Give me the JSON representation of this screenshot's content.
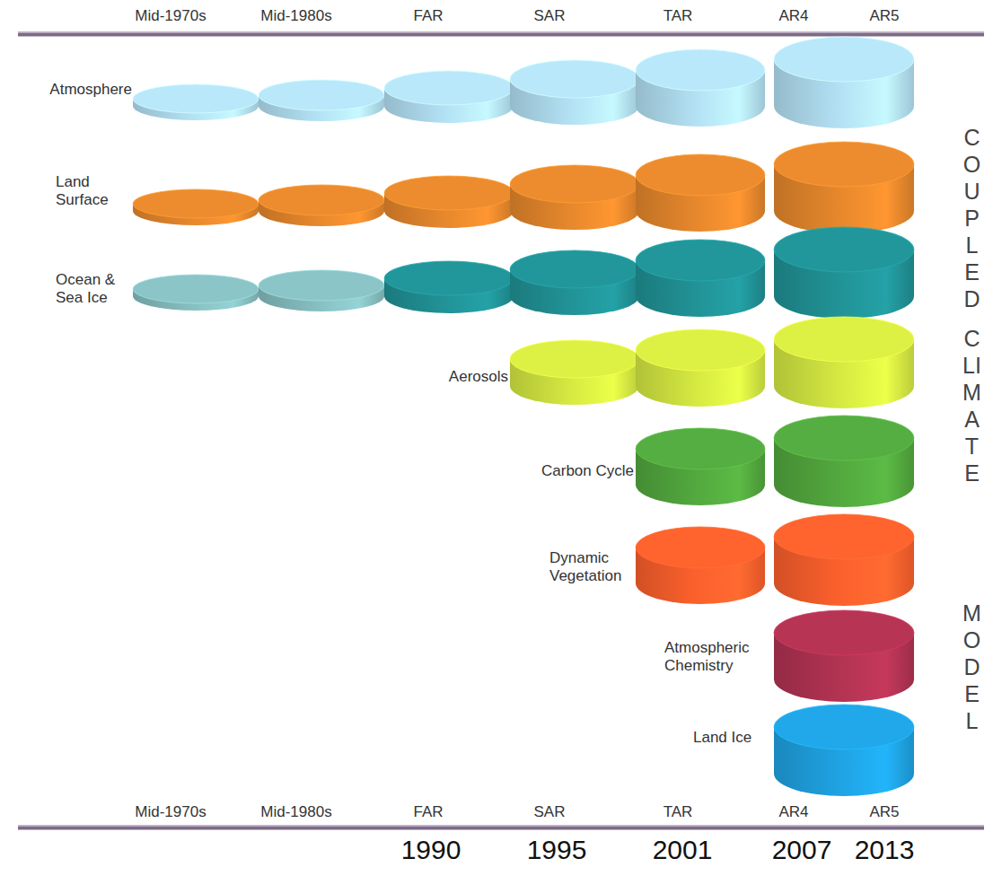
{
  "diagram": {
    "labels": [
      "Mid-1970s",
      "Mid-1980s",
      "FAR",
      "SAR",
      "TAR",
      "AR4",
      "AR5",
      "Atmosphere",
      "Land Surface",
      "Ocean & Sea Ice",
      "Aerosols",
      "Carbon Cycle",
      "Dynamic Vegetation",
      "Atmospheric Chemistry",
      "Land Ice",
      "COUPLED",
      "CLIMATE",
      "MODEL",
      "Mid-1970s",
      "Mid-1980s",
      "FAR",
      "SAR",
      "TAR",
      "AR4",
      "AR5",
      "1990",
      "1995",
      "2001",
      "2007",
      "2013"
    ]
  }
}
